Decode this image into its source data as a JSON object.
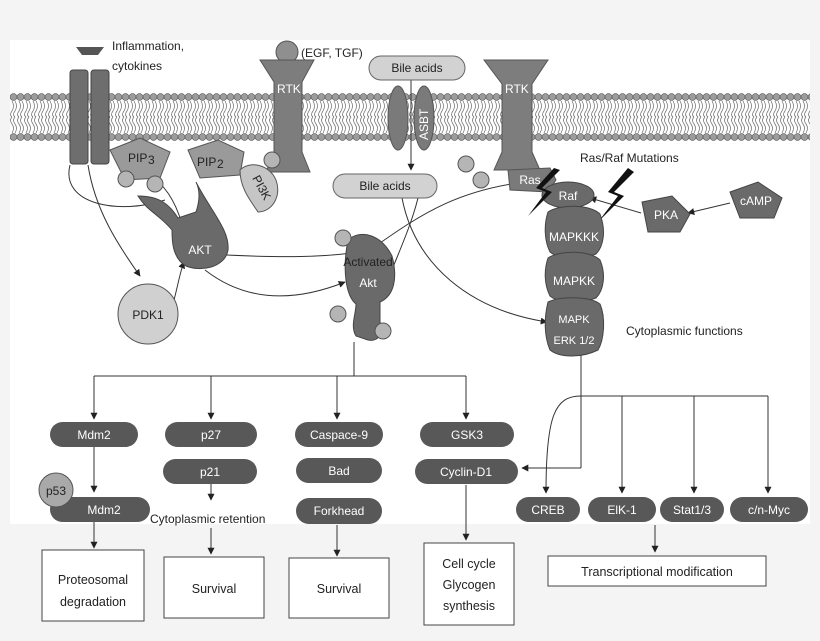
{
  "labels": {
    "inflammation_1": "Inflammation,",
    "inflammation_2": "cytokines",
    "growth_factors": "(EGF, TGF)",
    "bile_acids_top": "Bile acids",
    "bile_acids_mid": "Bile acids",
    "asbt": "ASBT",
    "rtk_left": "RTK",
    "rtk_right": "RTK",
    "pip3": "PIP",
    "pip3_sub": "3",
    "pip2": "PIP",
    "pip2_sub": "2",
    "pi3k": "PI3K",
    "akt": "AKT",
    "pdk1": "PDK1",
    "activated_akt_1": "Activated",
    "activated_akt_2": "Akt",
    "ras": "Ras",
    "raf": "Raf",
    "ras_raf_mutations": "Ras/Raf Mutations",
    "mapkkk": "MAPKKK",
    "mapkk": "MAPKK",
    "mapk": "MAPK",
    "erk": "ERK 1/2",
    "pka": "PKA",
    "camp": "cAMP",
    "cytoplasmic_functions": "Cytoplasmic functions",
    "cytoplasmic_retention": "Cytoplasmic retention"
  },
  "targets": {
    "mdm2_top": "Mdm2",
    "p27": "p27",
    "caspase9": "Caspace-9",
    "gsk3": "GSK3",
    "p21": "p21",
    "bad": "Bad",
    "p53": "p53",
    "mdm2_bottom": "Mdm2",
    "forkhead": "Forkhead",
    "cyclin_d1": "Cyclin-D1",
    "creb": "CREB",
    "elk1": "ElK-1",
    "stat": "Stat1/3",
    "myc": "c/n-Myc"
  },
  "outcomes": {
    "proteosomal_1": "Proteosomal",
    "proteosomal_2": "degradation",
    "survival_1": "Survival",
    "survival_2": "Survival",
    "cell_cycle_1": "Cell cycle",
    "cell_cycle_2": "Glycogen",
    "cell_cycle_3": "synthesis",
    "transcriptional": "Transcriptional modification"
  },
  "colors": {
    "protein_dark": "#5c5c5c",
    "protein_mid": "#8a8a8a",
    "protein_light": "#c8c8c8",
    "membrane": "#9a9a9a"
  }
}
